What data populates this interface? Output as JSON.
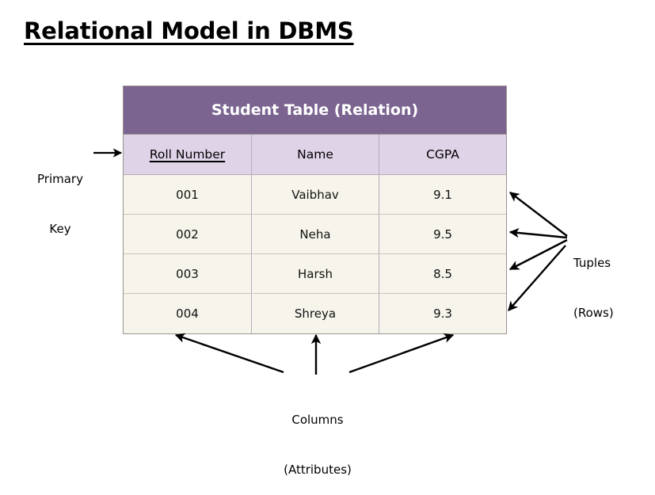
{
  "page": {
    "title": "Relational Model in DBMS",
    "background_color": "#ffffff"
  },
  "colors": {
    "banner_purple": "#7B6590",
    "header_lavender": "#DFD3E8",
    "row_cream": "#F7F4EC",
    "border_gray": "#9b9390",
    "text_black": "#000000",
    "banner_text": "#ffffff"
  },
  "table": {
    "banner": "Student Table (Relation)",
    "columns": [
      "Roll Number",
      "Name",
      "CGPA"
    ],
    "primary_key_column": "Roll Number",
    "rows": [
      {
        "roll": "001",
        "name": "Vaibhav",
        "cgpa": "9.1"
      },
      {
        "roll": "002",
        "name": "Neha",
        "cgpa": "9.5"
      },
      {
        "roll": "003",
        "name": "Harsh",
        "cgpa": "8.5"
      },
      {
        "roll": "004",
        "name": "Shreya",
        "cgpa": "9.3"
      }
    ]
  },
  "annotations": {
    "primary_key": {
      "line1": "Primary",
      "line2": "Key"
    },
    "tuples": {
      "line1": "Tuples",
      "line2": "(Rows)"
    },
    "columns": {
      "line1": "Columns",
      "line2": "(Attributes)"
    }
  }
}
